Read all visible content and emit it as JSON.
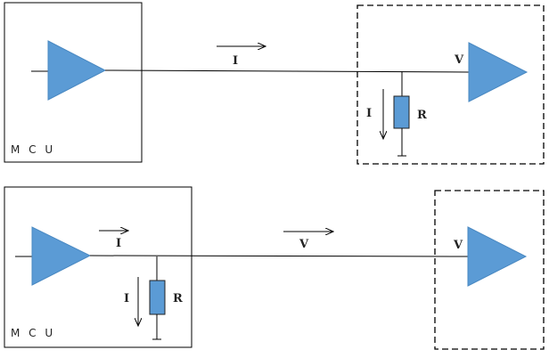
{
  "colors": {
    "triangle": "#5b9bd5",
    "triangle_edge": "#4a89c2",
    "resistor": "#5b9bd5",
    "line": "#000000"
  },
  "top": {
    "mcu_label": "M C U",
    "current_label": "I",
    "branch_current_label": "I",
    "resistor_label": "R",
    "voltage_label": "V"
  },
  "bottom": {
    "mcu_label": "M C U",
    "current_label": "I",
    "branch_current_label": "I",
    "resistor_label": "R",
    "voltage_label": "V",
    "voltage_label_right": "V"
  }
}
